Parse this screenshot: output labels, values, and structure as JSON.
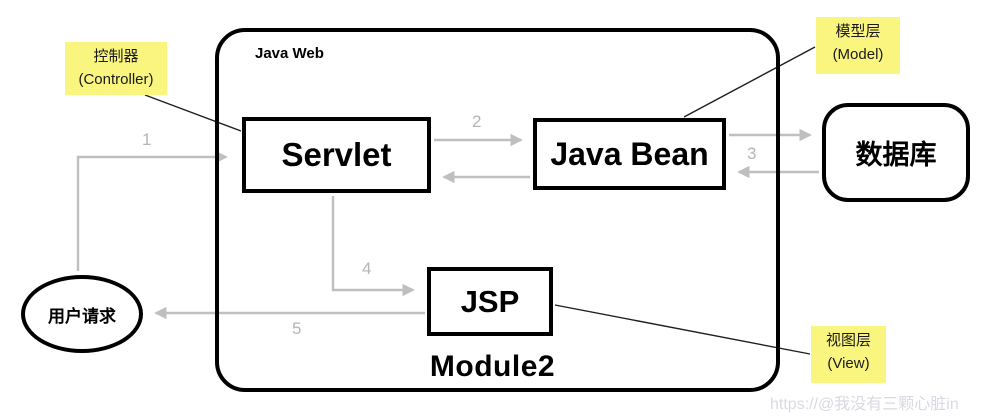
{
  "colors": {
    "canvas-bg": "#ffffff",
    "shape-border": "#000000",
    "note-bg": "#faf57e",
    "arrow-gray": "#bfbfbf",
    "label-gray": "#b5b5b5",
    "callout-line": "#1f1f1f",
    "watermark-gray": "#d9d9e2"
  },
  "diagram": {
    "container_label": "Java Web",
    "container_footer": "Module2",
    "nodes": {
      "servlet": "Servlet",
      "java_bean": "Java Bean",
      "jsp": "JSP",
      "database": "数据库",
      "user_request": "用户请求"
    },
    "notes": {
      "controller": {
        "line1": "控制器",
        "line2": "(Controller)"
      },
      "model": {
        "line1": "模型层",
        "line2": "(Model)"
      },
      "view": {
        "line1": "视图层",
        "line2": "(View)"
      }
    },
    "arrow_labels": {
      "step1": "1",
      "step2": "2",
      "step3": "3",
      "step4": "4",
      "step5": "5"
    }
  },
  "watermark": "https://@我没有三颗心脏in"
}
